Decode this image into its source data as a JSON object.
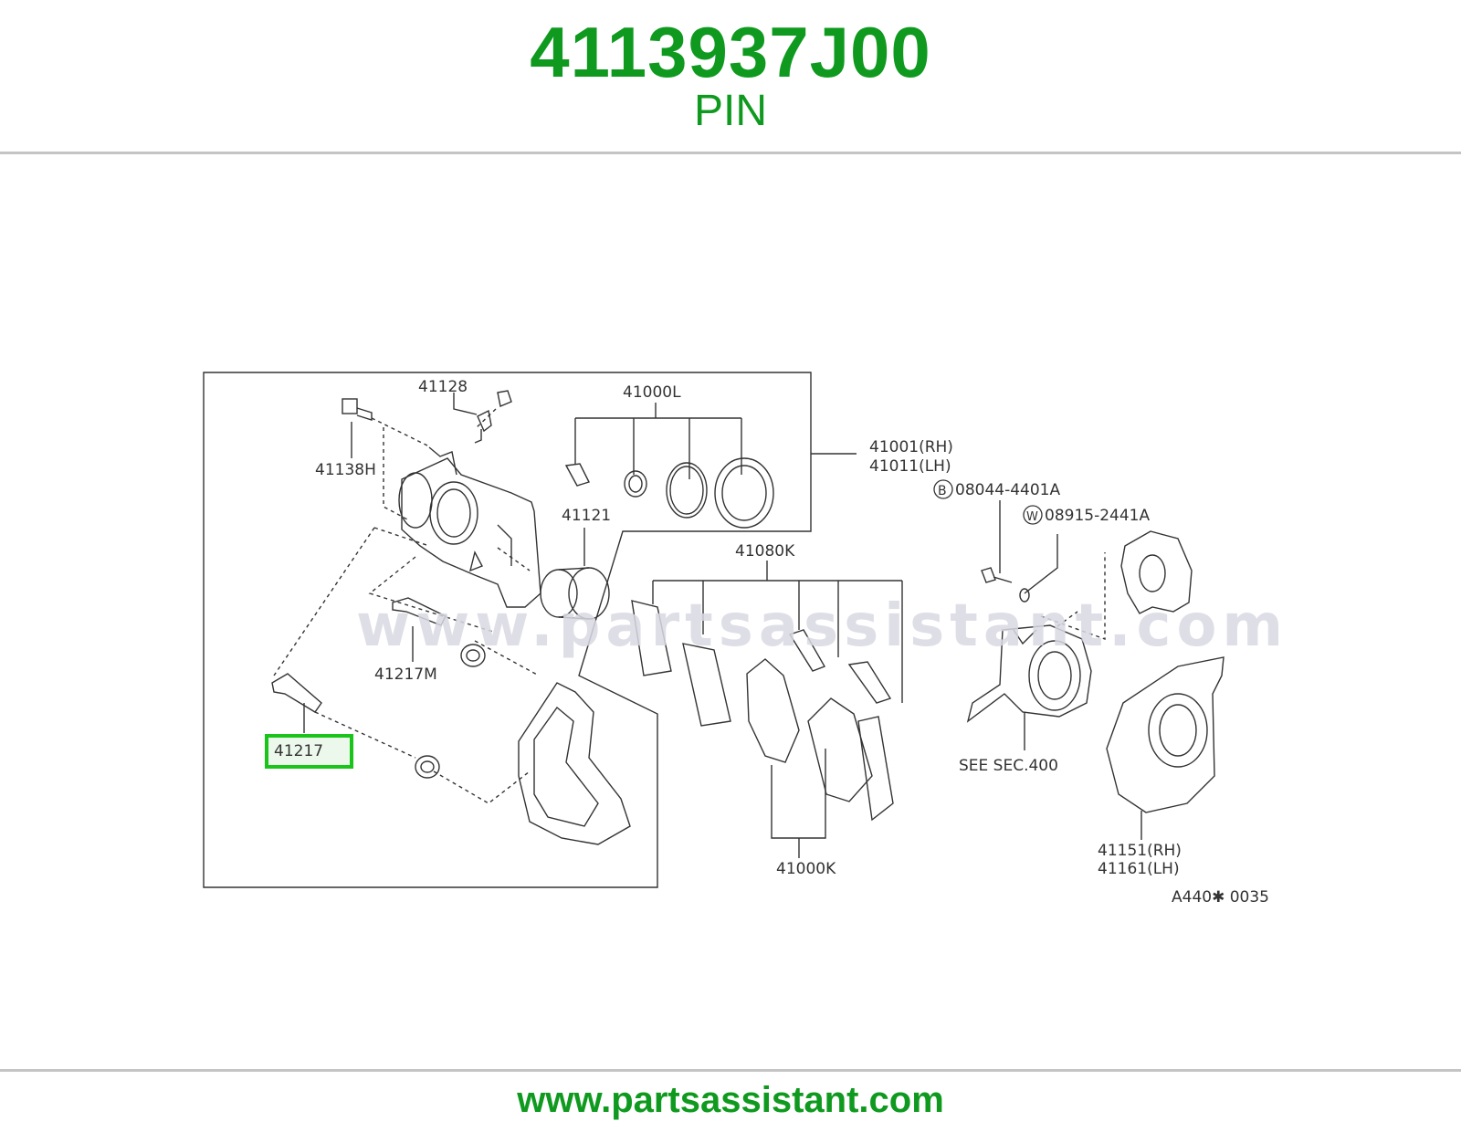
{
  "header": {
    "part_number": "4113937J00",
    "part_name": "PIN"
  },
  "diagram": {
    "watermark": "www.partsassistant.com",
    "highlight_color": "#1ac41a",
    "labels": {
      "l41128": "41128",
      "l41000L": "41000L",
      "l41138H": "41138H",
      "l41121": "41121",
      "l41001": "41001(RH)",
      "l41011": "41011(LH)",
      "b_circle": "B",
      "l08044": "08044-4401A",
      "w_circle": "W",
      "l08915": "08915-2441A",
      "l41080K": "41080K",
      "l41217M": "41217M",
      "l41217": "41217",
      "see_sec": "SEE SEC.400",
      "l41000K": "41000K",
      "l41151": "41151(RH)",
      "l41161": "41161(LH)",
      "ref_code": "A440✱ 0035"
    }
  },
  "footer": {
    "url": "www.partsassistant.com"
  },
  "colors": {
    "brand_green": "#0f9a1f",
    "rule_gray": "#c4c4c4",
    "line_art": "#333333"
  }
}
